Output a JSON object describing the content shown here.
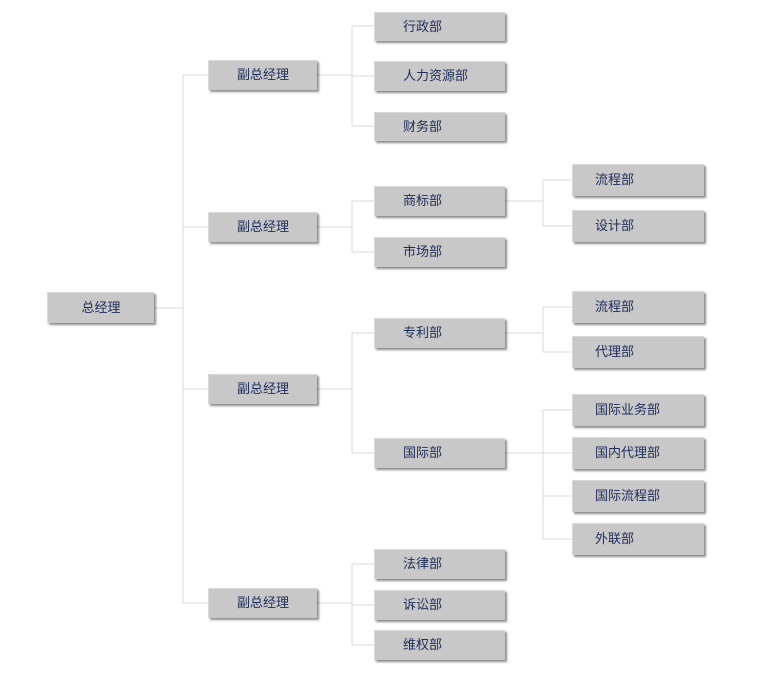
{
  "chart": {
    "root": "总经理",
    "vice_managers": [
      "副总经理",
      "副总经理",
      "副总经理",
      "副总经理"
    ],
    "departments": {
      "admin": "行政部",
      "hr": "人力资源部",
      "finance": "财务部",
      "trademark": "商标部",
      "market": "市场部",
      "patent": "专利部",
      "international": "国际部",
      "law": "法律部",
      "litigation": "诉讼部",
      "rights": "维权部"
    },
    "sub_units": {
      "trademark_process": "流程部",
      "design": "设计部",
      "patent_process": "流程部",
      "agency": "代理部",
      "intl_business": "国际业务部",
      "domestic_agency": "国内代理部",
      "intl_process": "国际流程部",
      "liaison": "外联部"
    }
  },
  "colors": {
    "box_fill": "#c8c8c8",
    "text": "#1e2c5a",
    "connector": "#d8d8d8"
  }
}
